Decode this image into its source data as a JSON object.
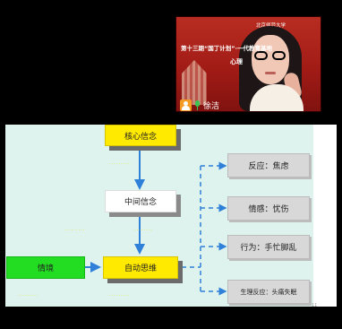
{
  "video": {
    "university": "北京师范大学",
    "title": "第十三期“国丁计划”·一代教育基地",
    "subtitle": "心理",
    "speaker": "徐洁"
  },
  "slide": {
    "core_belief": "核心信念",
    "intermediate_belief": "中间信念",
    "situation": "情境",
    "automatic_thought": "自动思维",
    "reaction_anxiety": "反应：焦虑",
    "emotion_sad": "情感：忧伤",
    "behavior": "行为：手忙脚乱",
    "physiological": "生理反应：头痛失眠",
    "page_number": "11"
  },
  "colors": {
    "slide_background": "#dff3ee",
    "yellow_box": "#ffea00",
    "green_box": "#22dd22",
    "arrow": "#2f80d8",
    "gray_box": "#d8d8d8"
  },
  "icons": [
    "person-icon",
    "microphone-icon"
  ]
}
